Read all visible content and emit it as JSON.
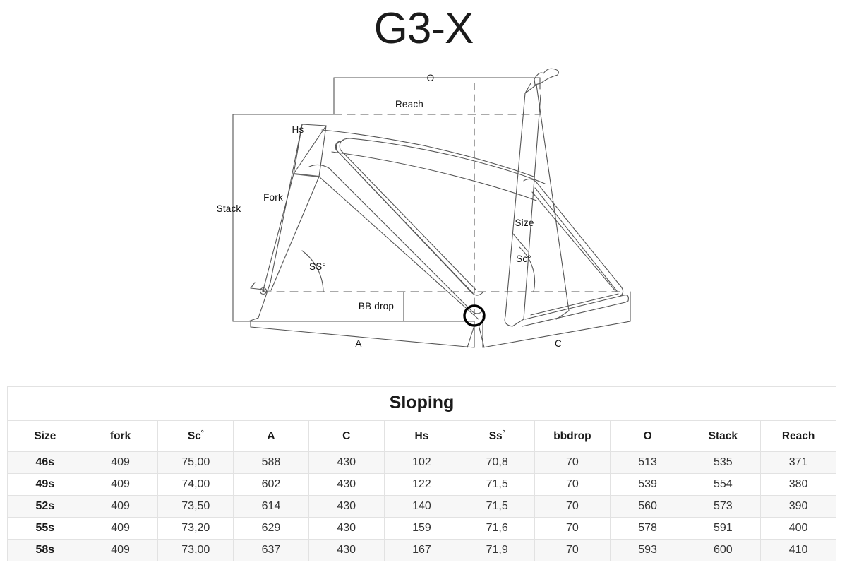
{
  "brand": {
    "logo_text": "G3-X"
  },
  "diagram": {
    "title": "bicycle-frame-geometry-diagram",
    "labels": {
      "o": "O",
      "reach": "Reach",
      "hs": "Hs",
      "fork": "Fork",
      "stack": "Stack",
      "ss": "SS°",
      "bb_drop": "BB drop",
      "a": "A",
      "c": "C",
      "size": "Size",
      "sc": "Sc°"
    },
    "colors": {
      "outline": "#555555",
      "dimension_line": "#555555",
      "bottom_bracket": "#000000",
      "label_text": "#111111"
    }
  },
  "table": {
    "title": "Sloping",
    "columns": [
      {
        "key": "size",
        "label": "Size",
        "degree": false
      },
      {
        "key": "fork",
        "label": "fork",
        "degree": false
      },
      {
        "key": "sc",
        "label": "Sc",
        "degree": true
      },
      {
        "key": "a",
        "label": "A",
        "degree": false
      },
      {
        "key": "c",
        "label": "C",
        "degree": false
      },
      {
        "key": "hs",
        "label": "Hs",
        "degree": false
      },
      {
        "key": "ss",
        "label": "Ss",
        "degree": true
      },
      {
        "key": "bbdrop",
        "label": "bbdrop",
        "degree": false
      },
      {
        "key": "o",
        "label": "O",
        "degree": false
      },
      {
        "key": "stack",
        "label": "Stack",
        "degree": false
      },
      {
        "key": "reach",
        "label": "Reach",
        "degree": false
      }
    ],
    "rows": [
      {
        "size": "46s",
        "fork": "409",
        "sc": "75,00",
        "a": "588",
        "c": "430",
        "hs": "102",
        "ss": "70,8",
        "bbdrop": "70",
        "o": "513",
        "stack": "535",
        "reach": "371"
      },
      {
        "size": "49s",
        "fork": "409",
        "sc": "74,00",
        "a": "602",
        "c": "430",
        "hs": "122",
        "ss": "71,5",
        "bbdrop": "70",
        "o": "539",
        "stack": "554",
        "reach": "380"
      },
      {
        "size": "52s",
        "fork": "409",
        "sc": "73,50",
        "a": "614",
        "c": "430",
        "hs": "140",
        "ss": "71,5",
        "bbdrop": "70",
        "o": "560",
        "stack": "573",
        "reach": "390"
      },
      {
        "size": "55s",
        "fork": "409",
        "sc": "73,20",
        "a": "629",
        "c": "430",
        "hs": "159",
        "ss": "71,6",
        "bbdrop": "70",
        "o": "578",
        "stack": "591",
        "reach": "400"
      },
      {
        "size": "58s",
        "fork": "409",
        "sc": "73,00",
        "a": "637",
        "c": "430",
        "hs": "167",
        "ss": "71,9",
        "bbdrop": "70",
        "o": "593",
        "stack": "600",
        "reach": "410"
      }
    ]
  },
  "chart_data": {
    "type": "table",
    "title": "Sloping",
    "categories": [
      "46s",
      "49s",
      "52s",
      "55s",
      "58s"
    ],
    "series": [
      {
        "name": "fork",
        "values": [
          409,
          409,
          409,
          409,
          409
        ]
      },
      {
        "name": "Sc°",
        "values": [
          75.0,
          74.0,
          73.5,
          73.2,
          73.0
        ]
      },
      {
        "name": "A",
        "values": [
          588,
          602,
          614,
          629,
          637
        ]
      },
      {
        "name": "C",
        "values": [
          430,
          430,
          430,
          430,
          430
        ]
      },
      {
        "name": "Hs",
        "values": [
          102,
          122,
          140,
          159,
          167
        ]
      },
      {
        "name": "Ss°",
        "values": [
          70.8,
          71.5,
          71.5,
          71.6,
          71.9
        ]
      },
      {
        "name": "bbdrop",
        "values": [
          70,
          70,
          70,
          70,
          70
        ]
      },
      {
        "name": "O",
        "values": [
          513,
          539,
          560,
          578,
          593
        ]
      },
      {
        "name": "Stack",
        "values": [
          535,
          554,
          573,
          591,
          600
        ]
      },
      {
        "name": "Reach",
        "values": [
          371,
          380,
          390,
          400,
          410
        ]
      }
    ],
    "xlabel": "Size",
    "ylabel": "",
    "grid": true,
    "legend": "none"
  }
}
